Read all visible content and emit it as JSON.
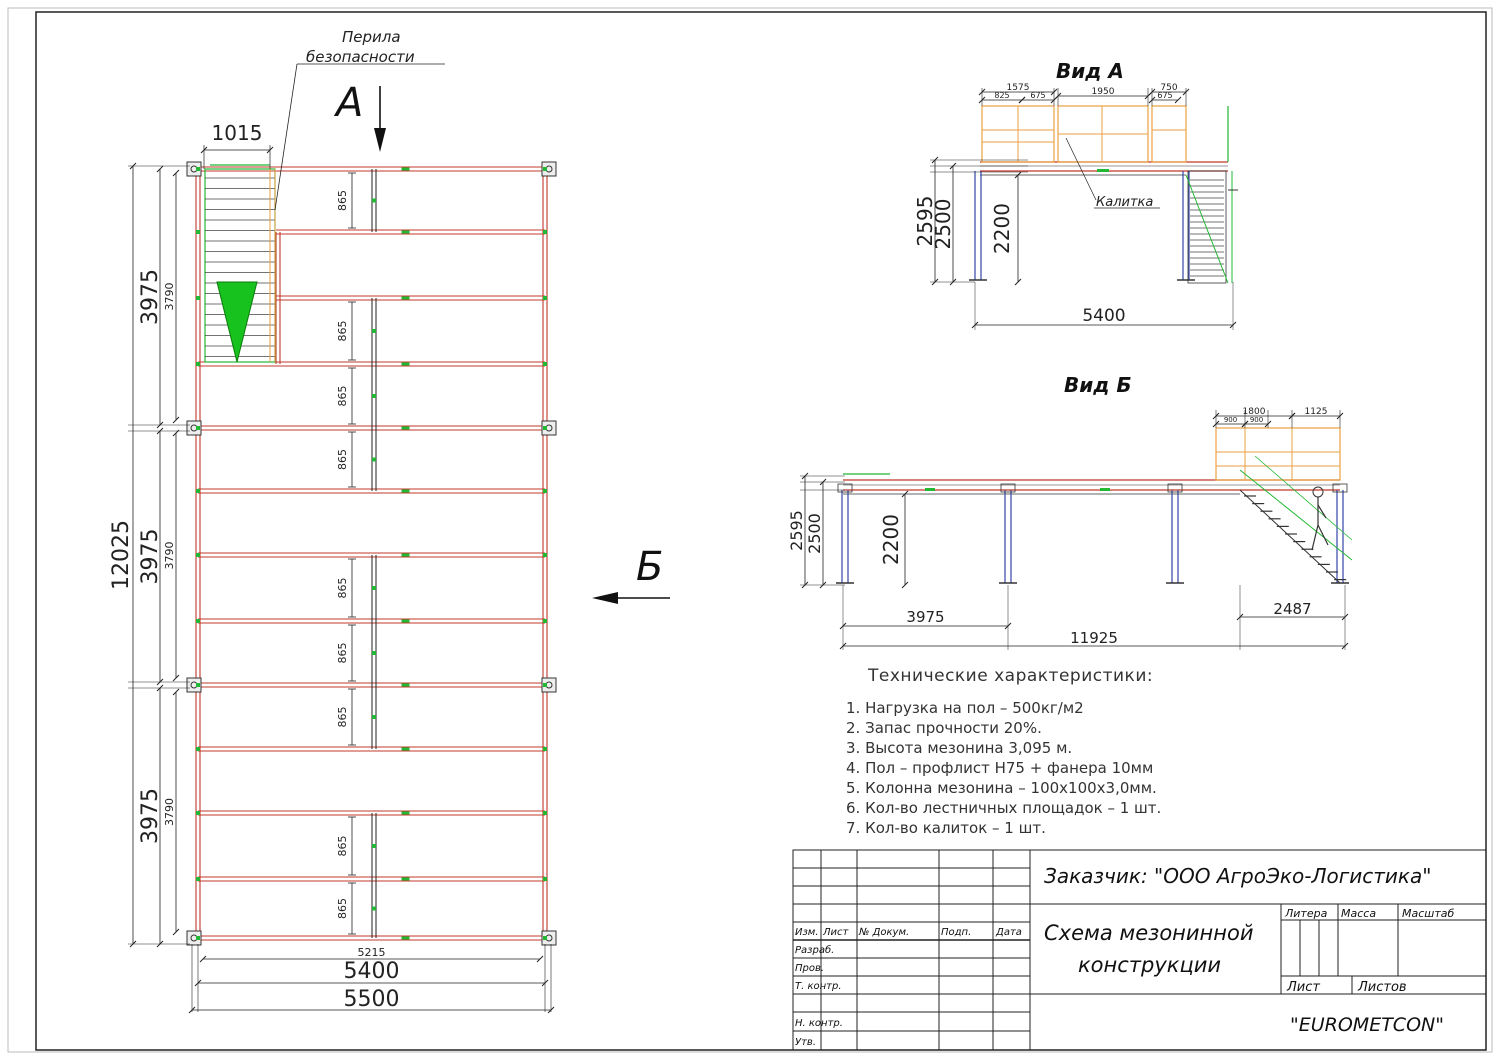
{
  "plan": {
    "dims": {
      "top": "1015",
      "total_height": "12025",
      "bay": "3975",
      "bay_inner": "3790",
      "cell": "865",
      "inner_width": "5215",
      "width": "5400",
      "outer_width": "5500"
    },
    "labels": {
      "railing_line1": "Перила",
      "railing_line2": "безопасности",
      "view_a_arrow": "А",
      "view_b_arrow": "Б"
    }
  },
  "view_a": {
    "title": "Вид А",
    "top_dims": {
      "d1575": "1575",
      "d825": "825",
      "d675a": "675",
      "d1950": "1950",
      "d750": "750",
      "d675b": "675"
    },
    "dims": {
      "h2595": "2595",
      "h2500": "2500",
      "h2200": "2200",
      "w5400": "5400"
    },
    "gate_label": "Калитка"
  },
  "view_b": {
    "title": "Вид Б",
    "top_dims": {
      "d1800": "1800",
      "d1125": "1125",
      "d900a": "900",
      "d900b": "900"
    },
    "dims": {
      "h2595": "2595",
      "h2500": "2500",
      "h2200": "2200",
      "w3975": "3975",
      "w2487": "2487",
      "w11925": "11925"
    }
  },
  "specs": {
    "title": "Технические характеристики:",
    "items": [
      "1.   Нагрузка на пол – 500кг/м2",
      "2.   Запас прочности 20%.",
      "3.   Высота мезонина 3,095  м.",
      "4.   Пол – профлист Н75 + фанера 10мм",
      "5.   Колонна мезонина – 100х100х3,0мм.",
      "6.   Кол-во лестничных площадок – 1  шт.",
      "7.   Кол-во калиток – 1  шт."
    ]
  },
  "title_block": {
    "customer": "Заказчик: \"ООО АгроЭко-Логистика\"",
    "drawing_title_line1": "Схема мезонинной",
    "drawing_title_line2": "конструкции",
    "company": "\"EUROMETCON\"",
    "col_izm": "Изм.",
    "col_list": "Лист",
    "col_doc": "№ Докум.",
    "col_sign": "Подп.",
    "col_date": "Дата",
    "row_razrab": "Разраб.",
    "row_prov": "Пров.",
    "row_tkontr": "Т.  контр.",
    "row_nkontr": "Н.  контр.",
    "row_utv": "Утв.",
    "litera": "Литера",
    "massa": "Масса",
    "masshtab": "Масштаб",
    "list": "Лист",
    "listov": "Листов"
  },
  "colors": {
    "beam": "#c0392b",
    "railing": "#e8a040",
    "green": "#22b833",
    "column": "#3344aa",
    "line": "#222222"
  }
}
